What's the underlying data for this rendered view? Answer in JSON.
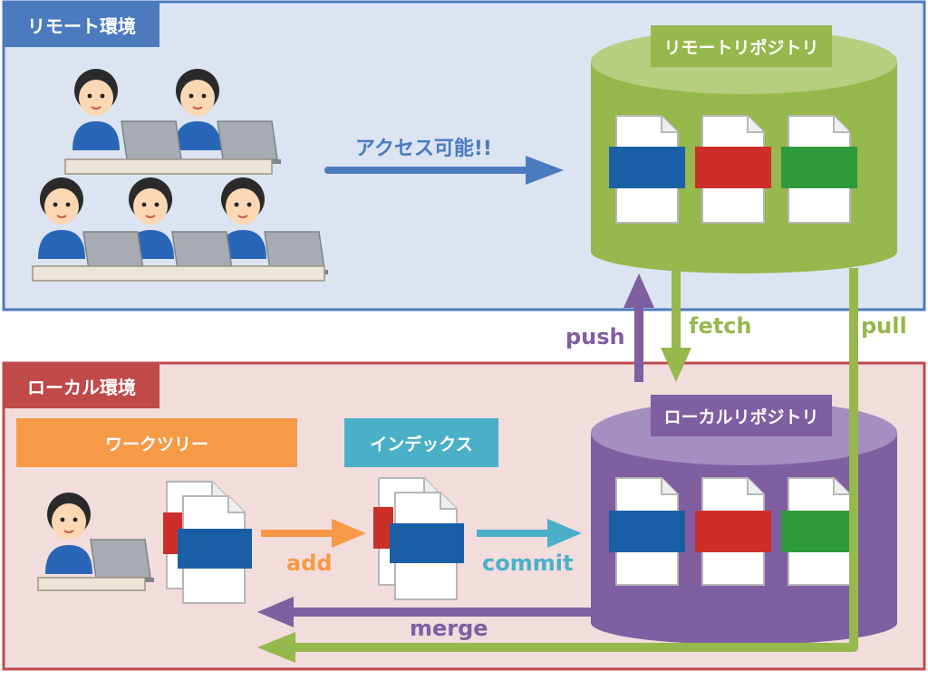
{
  "labels": {
    "remote_env": "リモート環境",
    "local_env": "ローカル環境",
    "remote_repo": "リモートリポジトリ",
    "local_repo": "ローカルリポジトリ",
    "work_tree": "ワークツリー",
    "index": "インデックス",
    "access": "アクセス可能!!"
  },
  "actions": {
    "push": "push",
    "fetch": "fetch",
    "pull": "pull",
    "add": "add",
    "commit": "commit",
    "merge": "merge"
  },
  "colors": {
    "remote_env": "#4b7bbe",
    "remote_env_bg": "#dce4f1",
    "local_env": "#c0494a",
    "local_env_bg": "#f2dcdc",
    "remote_repo": "#96b84c",
    "local_repo": "#7f5ea2",
    "work_tree": "#f79a47",
    "index": "#4ab0c8",
    "file_blue": "#1a5fa6",
    "file_red": "#cc2f2a",
    "file_green": "#2e9a3c"
  }
}
